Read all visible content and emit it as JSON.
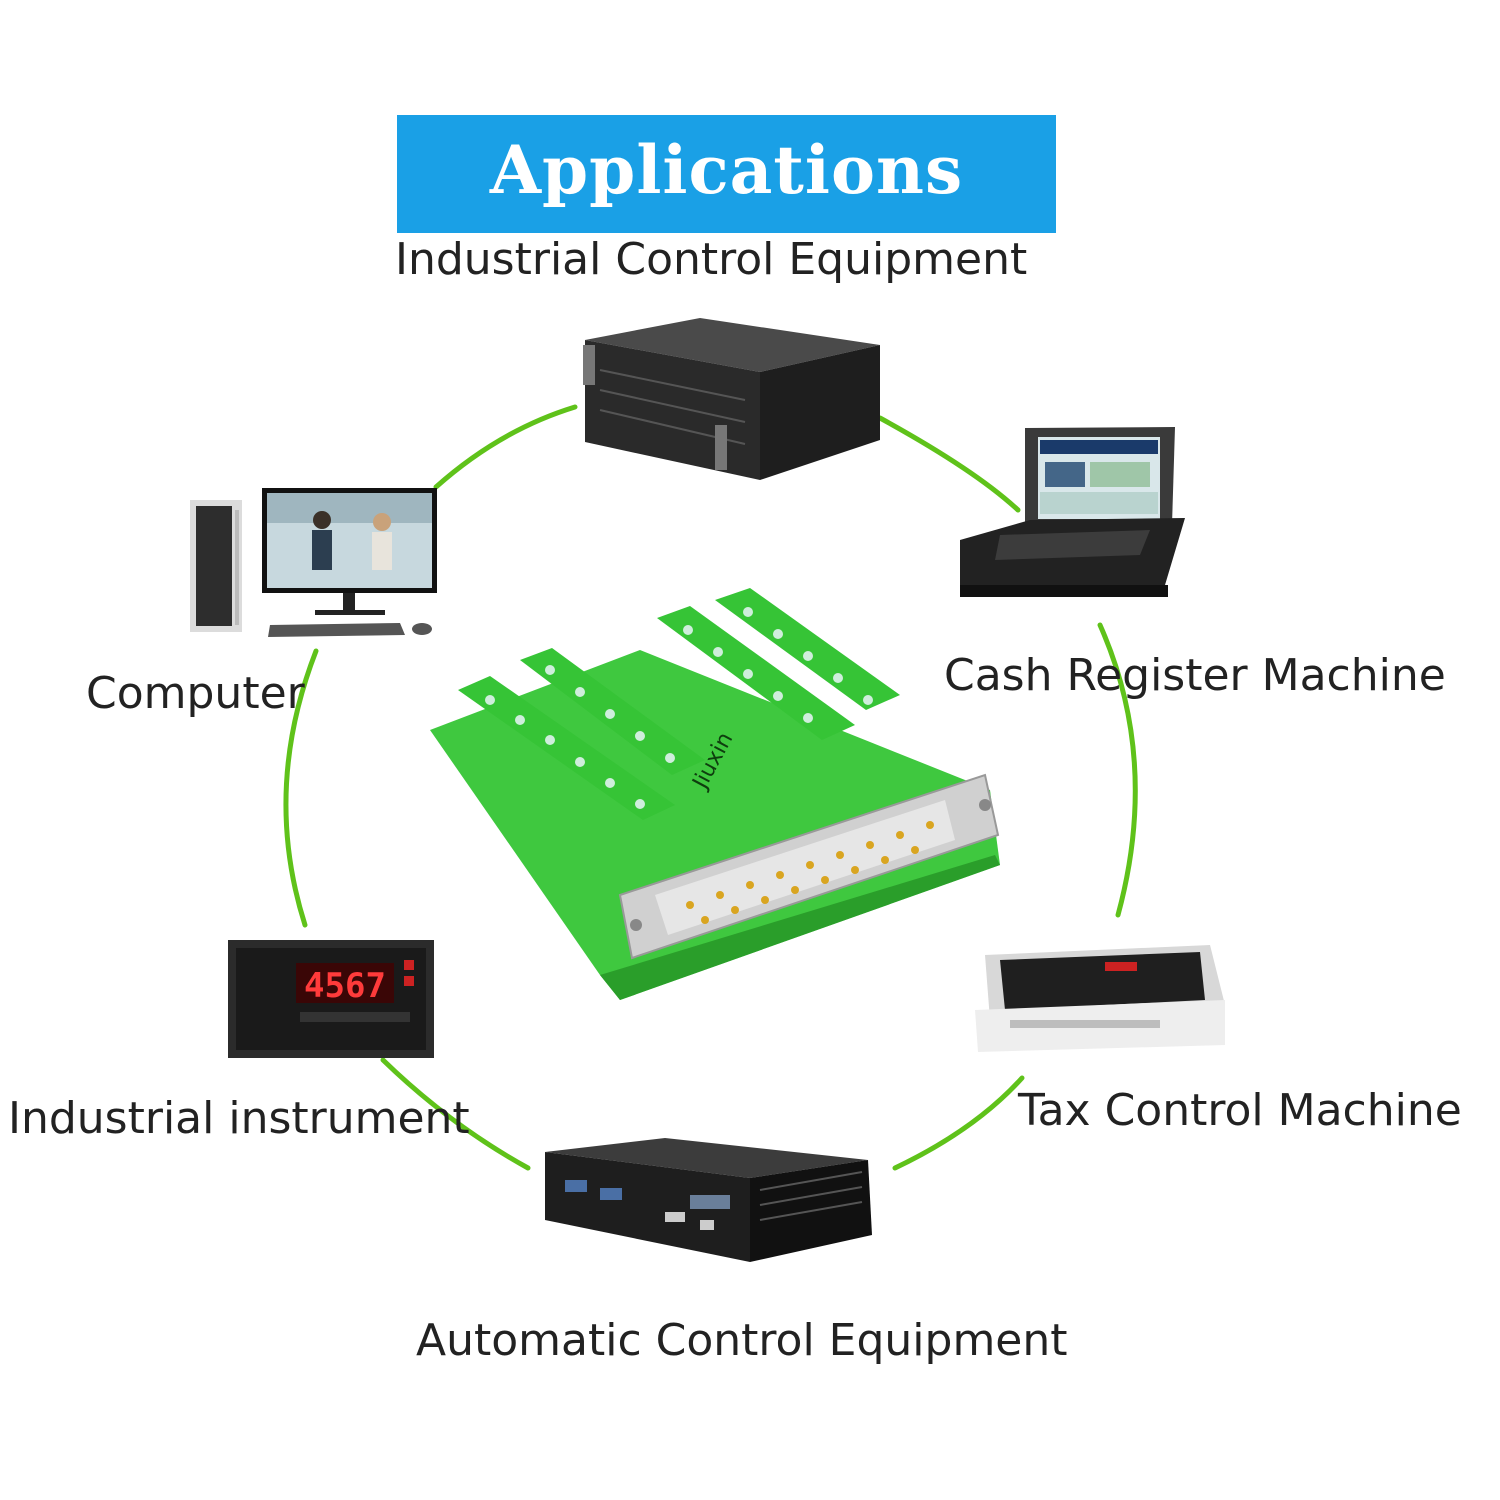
{
  "banner": {
    "title": "Applications"
  },
  "labels": {
    "industrial_control": "Industrial Control Equipment",
    "cash_register": "Cash Register Machine",
    "computer": "Computer",
    "industrial_instrument": "Industrial instrument",
    "tax_control": "Tax Control Machine",
    "automatic_control": "Automatic Control Equipment"
  },
  "board": {
    "brand": "Jiuxin"
  },
  "instrument": {
    "display": "4567"
  },
  "colors": {
    "banner": "#1aa0e6",
    "ring": "#5fc21a",
    "board": "#4fd04f",
    "terminal": "#36c436"
  }
}
